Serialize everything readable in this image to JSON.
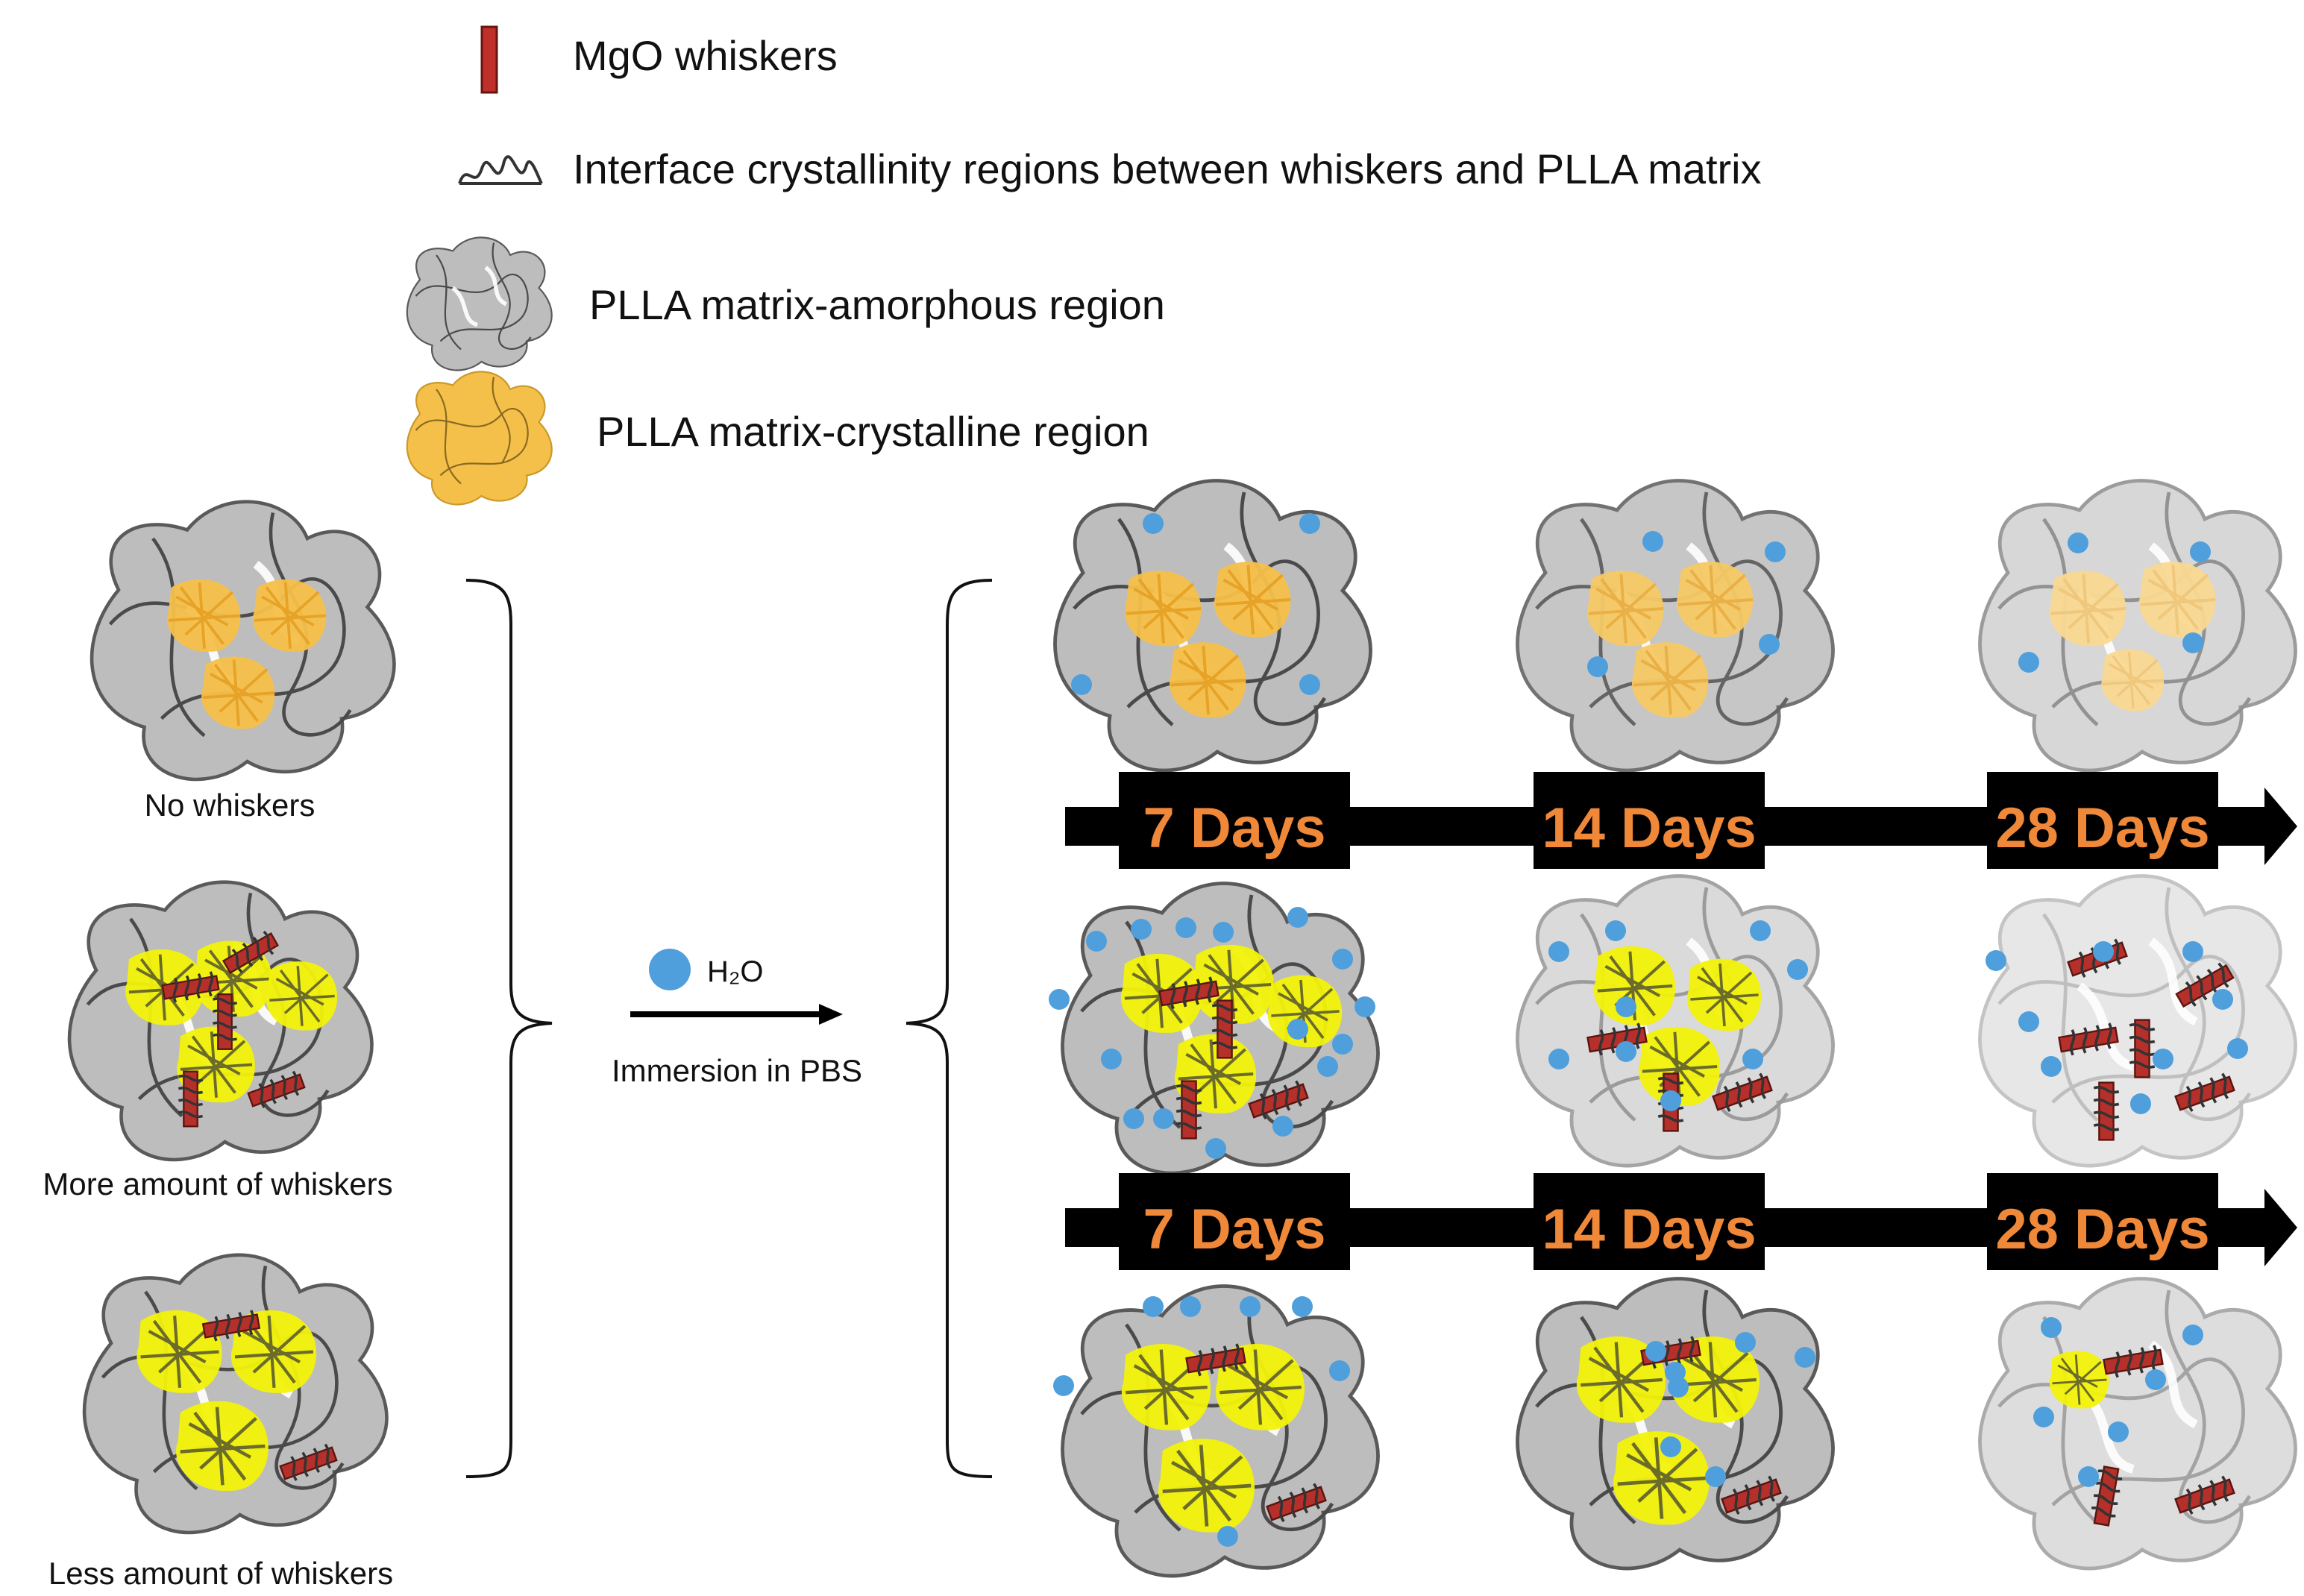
{
  "legend": {
    "whisker_label": "MgO whiskers",
    "interface_label": "Interface crystallinity regions between whiskers and PLLA matrix",
    "amorphous_label": "PLLA matrix-amorphous region",
    "crystalline_label": "PLLA matrix-crystalline region"
  },
  "samples": [
    {
      "label": "No whiskers"
    },
    {
      "label": "More amount of whiskers"
    },
    {
      "label": "Less amount of whiskers"
    }
  ],
  "process": {
    "water_label": "H₂O",
    "immersion_label": "Immersion in PBS"
  },
  "timeline": [
    "7 Days",
    "14 Days",
    "28 Days"
  ],
  "colors": {
    "matrix": "#bdbdbd",
    "matrix_stroke": "#5a5a5a",
    "crystal_orange": "#f5c04a",
    "crystal_yellow": "#f2f20a",
    "whisker": "#b5302a",
    "water": "#4f9fdc",
    "day_text": "#f0883a",
    "arrow": "#000000"
  }
}
